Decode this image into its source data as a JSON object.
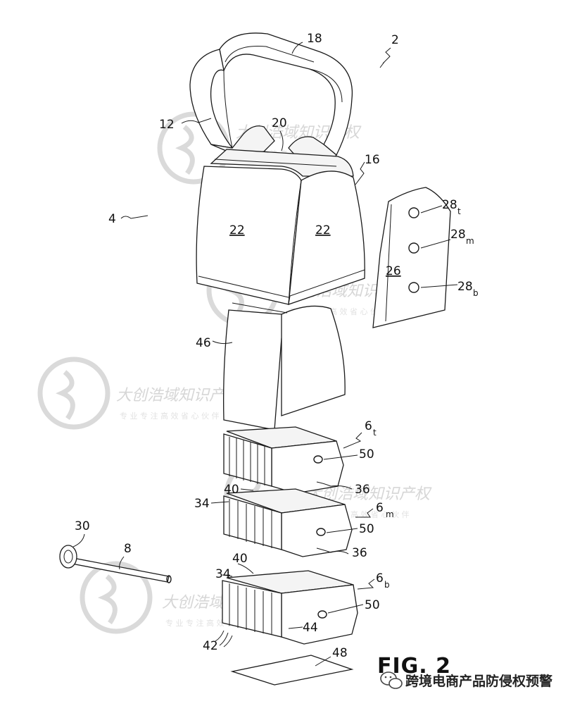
{
  "figure": {
    "caption": "FIG. 2",
    "labels": {
      "n2": "2",
      "n4": "4",
      "n8": "8",
      "n12": "12",
      "n16": "16",
      "n18": "18",
      "n20": "20",
      "n22a": "22",
      "n22b": "22",
      "n26": "26",
      "n28": "28",
      "n30": "30",
      "n34a": "34",
      "n34b": "34",
      "n36a": "36",
      "n36b": "36",
      "n40a": "40",
      "n40b": "40",
      "n42": "42",
      "n44": "44",
      "n46": "46",
      "n48": "48",
      "n50a": "50",
      "n50b": "50",
      "n50c": "50",
      "n6": "6",
      "sub_t": "t",
      "sub_m": "m",
      "sub_b": "b"
    }
  },
  "watermark": {
    "text": "大创浩域知识产权",
    "subtext": "专 业 专 注 高 效 省 心 伙 伴"
  },
  "footer": {
    "text": "跨境电商产品防侵权预警"
  }
}
